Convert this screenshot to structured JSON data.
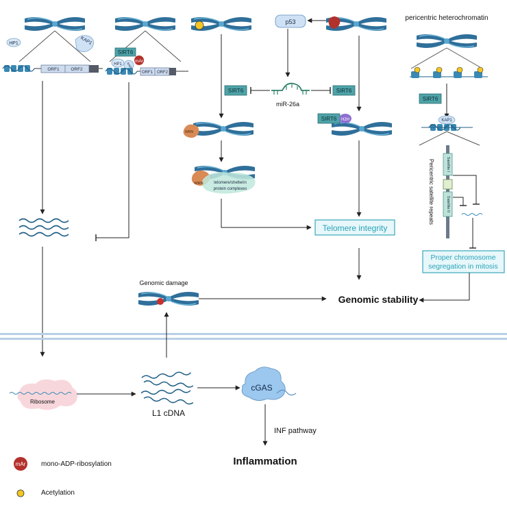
{
  "labels": {
    "hp1": "HP1",
    "kap1": "KAP1",
    "orf1": "ORF1",
    "orf2": "ORF2",
    "sirt6": "SIRT6",
    "mar": "mAr",
    "hp1_small": "HP1",
    "kap1_small": "KAP1",
    "orf1_b": "ORF1",
    "orf2_b": "ORF2",
    "p53": "p53",
    "mir26a": "miR-26a",
    "sirt6_left": "SIRT6",
    "sirt6_right": "SIRT6",
    "sirt6_h2": "SIRT6",
    "h2h": "H2H",
    "wrn_top": "WRN",
    "wrn": "WRN",
    "shelterin_line1": "telomere/shelterin",
    "shelterin_line2": "protein complexes",
    "telomere_integrity": "Telomere integrity",
    "pericentric_title": "pericentric heterochromatin",
    "sirt6_peri": "SIRT6",
    "kap1_peri": "KAP1",
    "pericentric_repeats": "Pericentric satellite repeats",
    "satellite1": "Satellite I",
    "satellite2": "Satellite II",
    "proper_line1": "Proper chromosome",
    "proper_line2": "segregation in mitosis",
    "genomic_damage": "Genomic damage",
    "genomic_stability": "Genomic stability",
    "ribosome": "Ribosome",
    "l1_cdna": "L1 cDNA",
    "cgas": "cGAS",
    "inf_pathway": "INF pathway",
    "inflammation": "Inflammation",
    "legend_mar_symbol": "mAr",
    "legend_mar": "mono-ADP-ribosylation",
    "legend_acetylation": "Acetylation"
  },
  "colors": {
    "chromosome": "#2f6f9a",
    "chromosome_light": "#6fb6d8",
    "sirt6_fill": "#4ea3a8",
    "box_border": "#3aa6b9",
    "box_fill": "#e7f7fa",
    "box_text": "#2aa3b8",
    "membrane": "#b8cfe6",
    "mar_red": "#b3312b",
    "acetyl_yellow": "#f3c623",
    "wrn_orange": "#d98a55",
    "ribosome_pink": "#f8d7dc",
    "cgas_blue": "#9cc7ee"
  },
  "icons": [
    "chromosome-icon",
    "dna-icon",
    "rna-wave-icon",
    "nucleosome-icon",
    "hairpin-rna-icon",
    "ribosome-icon",
    "cgas-protein-icon"
  ]
}
